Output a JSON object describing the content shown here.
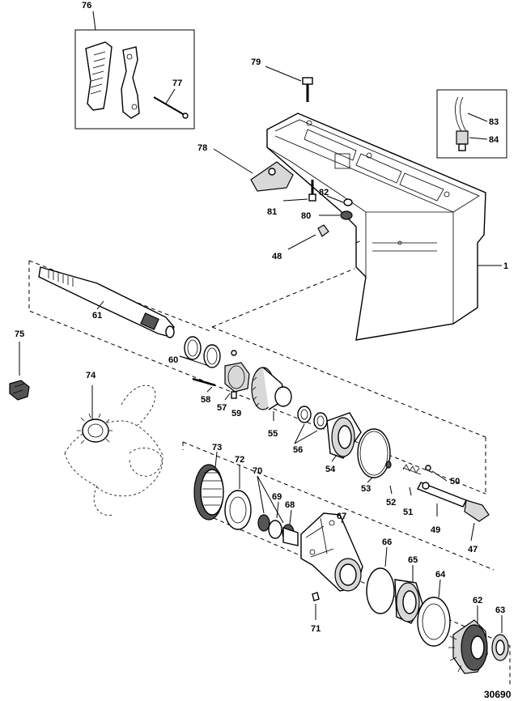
{
  "diagram": {
    "reference_number": "30690",
    "callouts": {
      "c1": "1",
      "c47": "47",
      "c48": "48",
      "c49": "49",
      "c50": "50",
      "c51": "51",
      "c52": "52",
      "c53": "53",
      "c54": "54",
      "c55": "55",
      "c56": "56",
      "c57": "57",
      "c58": "58",
      "c59": "59",
      "c60": "60",
      "c61": "61",
      "c62": "62",
      "c63": "63",
      "c64": "64",
      "c65": "65",
      "c66": "66",
      "c67": "67",
      "c68": "68",
      "c69": "69",
      "c70": "70",
      "c71": "71",
      "c72": "72",
      "c73": "73",
      "c74": "74",
      "c75": "75",
      "c76": "76",
      "c77": "77",
      "c78": "78",
      "c79": "79",
      "c80": "80",
      "c81": "81",
      "c82": "82",
      "c83": "83",
      "c84": "84"
    }
  }
}
